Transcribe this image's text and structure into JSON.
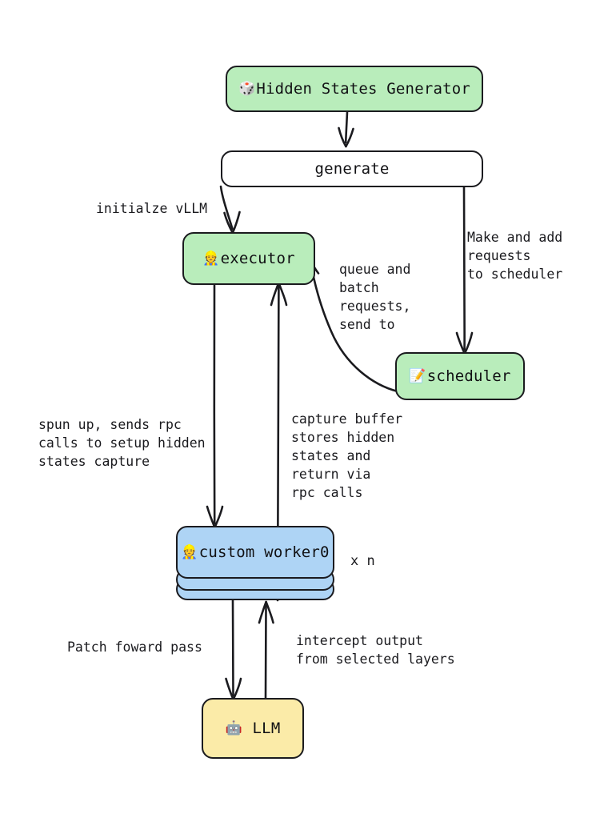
{
  "diagram": {
    "title_node": {
      "label": "Hidden States Generator",
      "emoji": "🎲",
      "emoji_name": "game-die-icon",
      "fill": "#b9edbb"
    },
    "nodes": [
      {
        "id": "generate",
        "label": "generate",
        "emoji": "",
        "emoji_name": "",
        "fill": "#ffffff"
      },
      {
        "id": "executor",
        "label": "executor",
        "emoji": "👷",
        "emoji_name": "construction-worker-icon",
        "fill": "#b9edbb"
      },
      {
        "id": "scheduler",
        "label": "scheduler",
        "emoji": "📝",
        "emoji_name": "memo-icon",
        "fill": "#b9edbb"
      },
      {
        "id": "worker",
        "label": "custom worker0",
        "emoji": "👷",
        "emoji_name": "construction-worker-icon",
        "fill": "#aed4f5"
      },
      {
        "id": "llm",
        "label": "LLM",
        "emoji": "🤖",
        "emoji_name": "robot-icon",
        "fill": "#fbeba8"
      }
    ],
    "edge_labels": [
      {
        "id": "initialize",
        "text": "initialze vLLM"
      },
      {
        "id": "make-add-requests",
        "text": "Make and add\nrequests\nto scheduler"
      },
      {
        "id": "queue-batch",
        "text": "queue and\nbatch\nrequests,\nsend to"
      },
      {
        "id": "spun-up-rpc",
        "text": "spun up, sends rpc\ncalls to setup hidden\nstates capture"
      },
      {
        "id": "capture-buffer",
        "text": "capture buffer\nstores hidden\nstates and\nreturn via\nrpc calls"
      },
      {
        "id": "patch-forward",
        "text": "Patch foward pass"
      },
      {
        "id": "intercept-output",
        "text": "intercept output\nfrom selected layers"
      }
    ],
    "annotations": [
      {
        "id": "worker-multiplier",
        "text": "x n"
      }
    ],
    "colors": {
      "stroke": "#1b1b1f",
      "green": "#b9edbb",
      "blue": "#aed4f5",
      "yellow": "#fbeba8",
      "white": "#ffffff",
      "text": "#1a1a1e"
    }
  }
}
